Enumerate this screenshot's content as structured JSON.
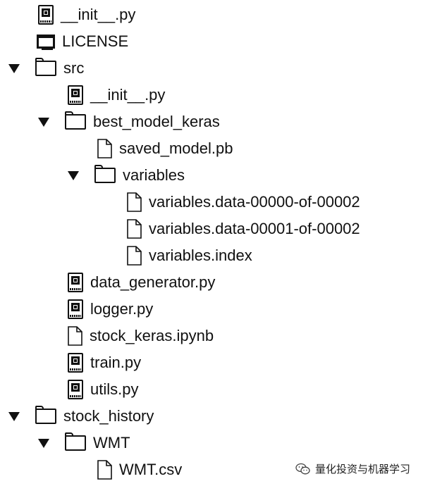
{
  "file_tree": {
    "items": [
      {
        "label": "__init__.py",
        "icon": "python-file-icon",
        "type": "file"
      },
      {
        "label": "LICENSE",
        "icon": "license-icon",
        "type": "file"
      },
      {
        "label": "src",
        "icon": "folder-icon",
        "type": "folder",
        "expanded": true
      },
      {
        "label": "__init__.py",
        "icon": "python-file-icon",
        "type": "file"
      },
      {
        "label": "best_model_keras",
        "icon": "folder-icon",
        "type": "folder",
        "expanded": true
      },
      {
        "label": "saved_model.pb",
        "icon": "document-icon",
        "type": "file"
      },
      {
        "label": "variables",
        "icon": "folder-icon",
        "type": "folder",
        "expanded": true
      },
      {
        "label": "variables.data-00000-of-00002",
        "icon": "document-icon",
        "type": "file"
      },
      {
        "label": "variables.data-00001-of-00002",
        "icon": "document-icon",
        "type": "file"
      },
      {
        "label": "variables.index",
        "icon": "document-icon",
        "type": "file"
      },
      {
        "label": "data_generator.py",
        "icon": "python-file-icon",
        "type": "file"
      },
      {
        "label": "logger.py",
        "icon": "python-file-icon",
        "type": "file"
      },
      {
        "label": "stock_keras.ipynb",
        "icon": "document-icon",
        "type": "file"
      },
      {
        "label": "train.py",
        "icon": "python-file-icon",
        "type": "file"
      },
      {
        "label": "utils.py",
        "icon": "python-file-icon",
        "type": "file"
      },
      {
        "label": "stock_history",
        "icon": "folder-icon",
        "type": "folder",
        "expanded": true
      },
      {
        "label": "WMT",
        "icon": "folder-icon",
        "type": "folder",
        "expanded": true
      },
      {
        "label": "WMT.csv",
        "icon": "document-icon",
        "type": "file"
      }
    ]
  },
  "watermark": {
    "text": "量化投资与机器学习",
    "icon": "wechat-logo-icon"
  }
}
